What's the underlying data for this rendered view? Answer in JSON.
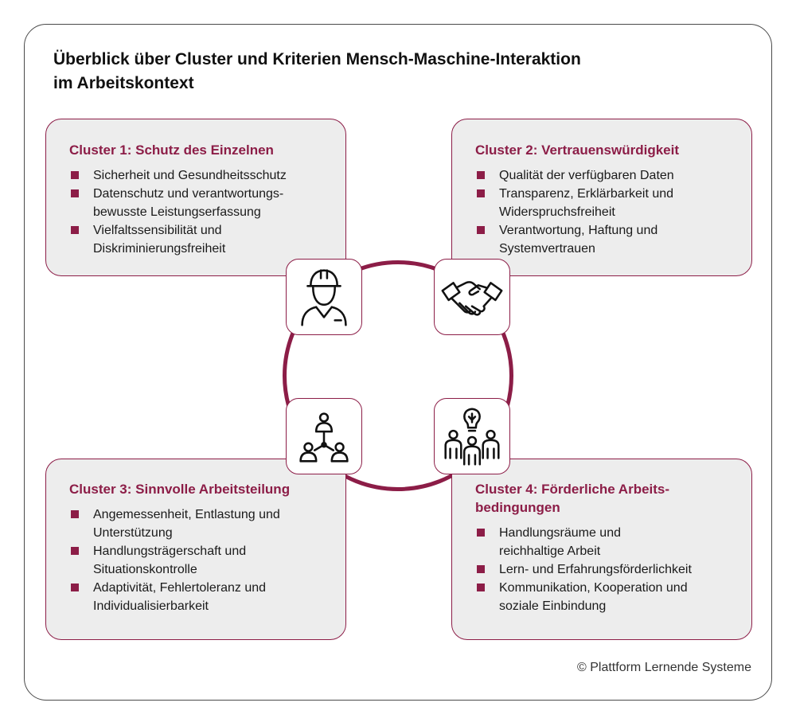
{
  "title": {
    "line1": "Überblick über Cluster und Kriterien Mensch-Maschine-Interaktion",
    "line2": "im Arbeitskontext"
  },
  "clusters": [
    {
      "heading": "Cluster 1: Schutz des Einzelnen",
      "items": [
        [
          "Sicherheit und Gesundheitsschutz"
        ],
        [
          "Datenschutz und verantwortungs-",
          "bewusste Leistungserfassung"
        ],
        [
          "Vielfaltssensibilität und",
          "Diskriminierungsfreiheit"
        ]
      ]
    },
    {
      "heading": "Cluster 2: Vertrauenswürdigkeit",
      "items": [
        [
          "Qualität der verfügbaren Daten"
        ],
        [
          "Transparenz, Erklärbarkeit und",
          "Widerspruchsfreiheit"
        ],
        [
          "Verantwortung, Haftung und",
          "Systemvertrauen"
        ]
      ]
    },
    {
      "heading": "Cluster 3: Sinnvolle Arbeitsteilung",
      "items": [
        [
          "Angemessenheit, Entlastung und",
          "Unterstützung"
        ],
        [
          "Handlungsträgerschaft und",
          "Situationskontrolle"
        ],
        [
          "Adaptivität, Fehlertoleranz und",
          "Individualisierbarkeit"
        ]
      ]
    },
    {
      "heading": "Cluster 4: Förderliche Arbeits-bedingungen",
      "items": [
        [
          "Handlungsräume und",
          "reichhaltige Arbeit"
        ],
        [
          "Lern- und Erfahrungsförderlichkeit"
        ],
        [
          "Kommunikation, Kooperation und",
          "soziale Einbindung"
        ]
      ]
    }
  ],
  "icons": {
    "cluster1": "worker-helmet-icon",
    "cluster2": "handshake-icon",
    "cluster3": "hierarchy-icon",
    "cluster4": "team-idea-icon"
  },
  "colors": {
    "accent": "#8c1d47",
    "box_fill": "#ededed",
    "frame": "#4a4a4a"
  },
  "copyright": "© Plattform Lernende Systeme"
}
